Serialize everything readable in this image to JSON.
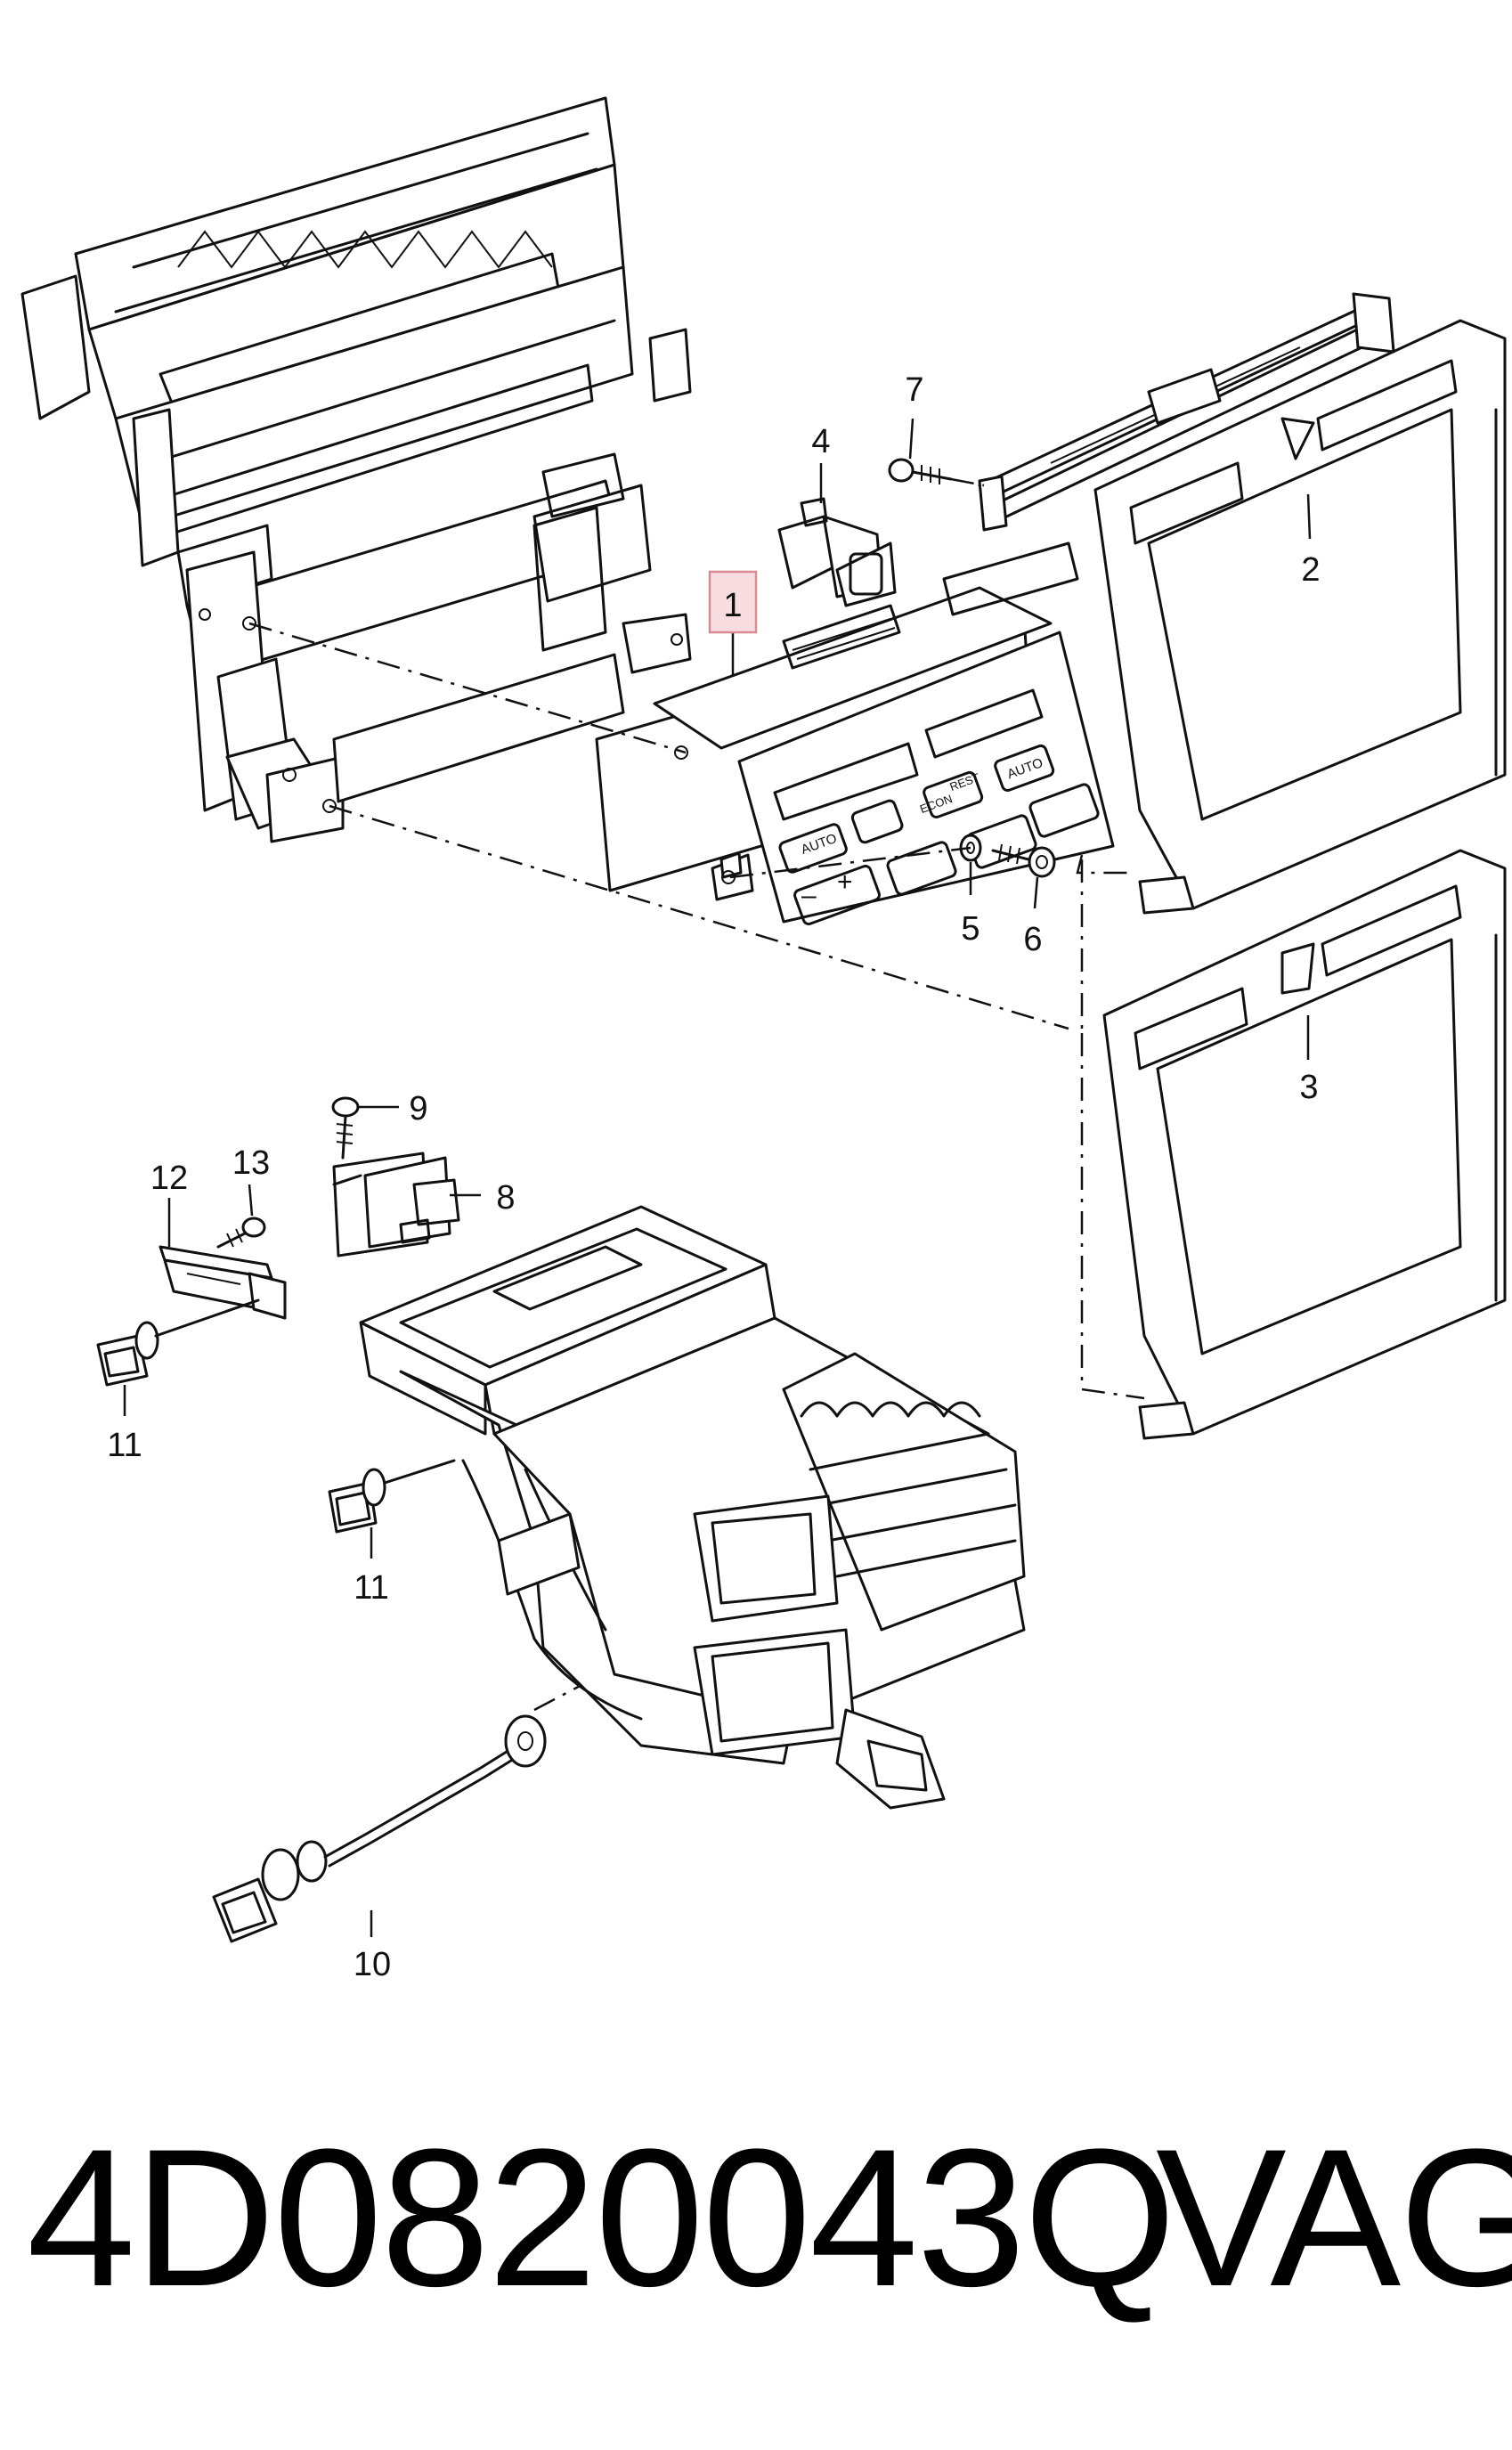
{
  "callouts": [
    {
      "id": "1",
      "label": "1",
      "highlighted": true
    },
    {
      "id": "2",
      "label": "2"
    },
    {
      "id": "3",
      "label": "3"
    },
    {
      "id": "4",
      "label": "4"
    },
    {
      "id": "5",
      "label": "5"
    },
    {
      "id": "6",
      "label": "6"
    },
    {
      "id": "7",
      "label": "7"
    },
    {
      "id": "8",
      "label": "8"
    },
    {
      "id": "9",
      "label": "9"
    },
    {
      "id": "10",
      "label": "10"
    },
    {
      "id": "11a",
      "label": "11"
    },
    {
      "id": "11b",
      "label": "11"
    },
    {
      "id": "12",
      "label": "12"
    },
    {
      "id": "13",
      "label": "13"
    }
  ],
  "panel_labels": {
    "auto_left": "AUTO",
    "auto_right": "AUTO",
    "econ": "ECON",
    "rest": "REST",
    "minus": "–",
    "plus": "+"
  },
  "caption": {
    "part_number": "4D0820043Q",
    "brand": "VAG"
  },
  "colors": {
    "line": "#111111",
    "highlight_fill": "#f7dde0",
    "highlight_border": "#d98a94"
  }
}
